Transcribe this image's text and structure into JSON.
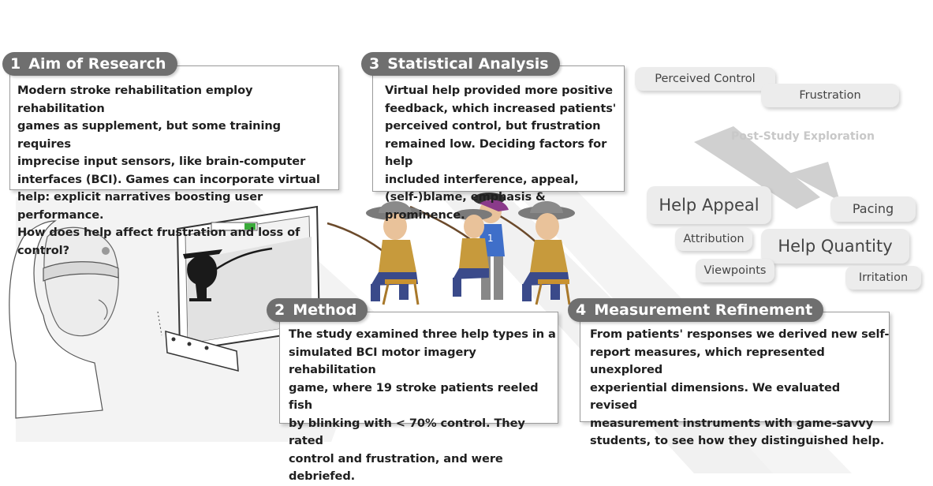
{
  "sections": [
    {
      "number": "1",
      "title": "Aim of Research",
      "lines": [
        "Modern stroke rehabilitation employ rehabilitation",
        "games as supplement, but some training requires",
        "imprecise input sensors, like brain-computer",
        "interfaces (BCI). Games can incorporate virtual",
        "help: explicit narratives boosting user performance.",
        "How does help affect frustration and loss of control?"
      ]
    },
    {
      "number": "2",
      "title": "Method",
      "lines": [
        "The study examined three help types in a",
        "simulated BCI motor imagery rehabilitation",
        "game, where 19 stroke patients reeled fish",
        "by blinking with < 70% control. They rated",
        "control and frustration, and were debriefed."
      ]
    },
    {
      "number": "3",
      "title": "Statistical Analysis",
      "lines": [
        "Virtual help provided more positive",
        "feedback, which increased patients'",
        "perceived control, but frustration",
        "remained low. Deciding factors for help",
        "included  interference, appeal,",
        "(self-)blame, emphasis & prominence."
      ]
    },
    {
      "number": "4",
      "title": "Measurement Refinement",
      "lines": [
        "From patients' responses we derived new self-",
        "report measures, which represented  unexplored",
        "experiential dimensions. We evaluated revised",
        "measurement instruments with game-savvy",
        "students, to see how they distinguished help."
      ]
    }
  ],
  "exploration": {
    "label": "Post-Study Exploration",
    "tags": [
      "Perceived Control",
      "Frustration",
      "Help Appeal",
      "Pacing",
      "Attribution",
      "Help Quantity",
      "Viewpoints",
      "Irritation"
    ]
  },
  "colors": {
    "pill": "#6f6f6f",
    "tag": "#ececec",
    "arrow": "#d0d0d0",
    "panel_border": "#9a9a9a"
  }
}
